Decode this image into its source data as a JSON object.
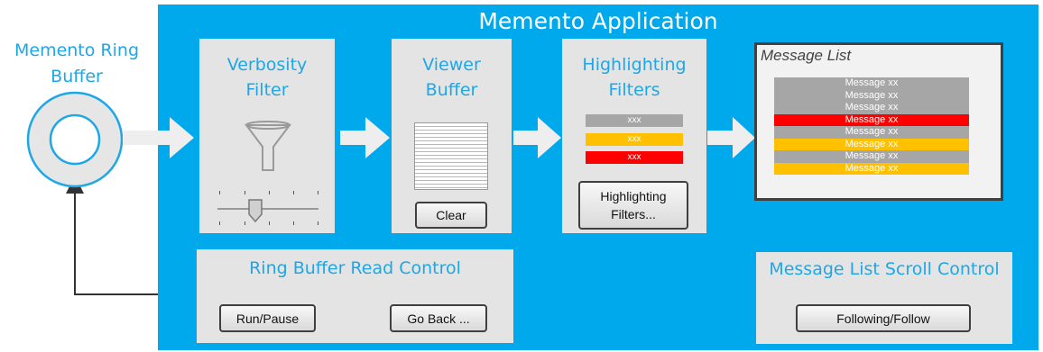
{
  "app": {
    "title": "Memento Application"
  },
  "ring_buffer": {
    "label_line1": "Memento Ring",
    "label_line2": "Buffer"
  },
  "verbosity_filter": {
    "title_line1": "Verbosity",
    "title_line2": "Filter",
    "icon": "funnel-icon"
  },
  "viewer_buffer": {
    "title_line1": "Viewer",
    "title_line2": "Buffer",
    "clear_label": "Clear"
  },
  "highlighting_filters": {
    "title_line1": "Highlighting",
    "title_line2": "Filters",
    "samples": [
      {
        "text": "xxx",
        "color": "#a6a6a6"
      },
      {
        "text": "xxx",
        "color": "#ffc000"
      },
      {
        "text": "xxx",
        "color": "#ff0000"
      }
    ],
    "button_line1": "Highlighting",
    "button_line2": "Filters..."
  },
  "message_list": {
    "title": "Message List",
    "messages": [
      {
        "text": "Message xx",
        "color": "#a6a6a6"
      },
      {
        "text": "Message xx",
        "color": "#a6a6a6"
      },
      {
        "text": "Message xx",
        "color": "#a6a6a6"
      },
      {
        "text": "Message xx",
        "color": "#ff0000"
      },
      {
        "text": "Message xx",
        "color": "#a6a6a6"
      },
      {
        "text": "Message xx",
        "color": "#ffc000"
      },
      {
        "text": "Message xx",
        "color": "#a6a6a6"
      },
      {
        "text": "Message xx",
        "color": "#ffc000"
      }
    ]
  },
  "ring_buffer_read_control": {
    "title": "Ring Buffer Read Control",
    "run_pause_label": "Run/Pause",
    "go_back_label": "Go Back ..."
  },
  "message_list_scroll_control": {
    "title": "Message List Scroll Control",
    "following_label": "Following/Follow"
  },
  "colors": {
    "app_blue": "#00a8ec",
    "label_blue": "#1ea7e6",
    "panel_gray": "#e4e4e4",
    "arrow": "#eeeeee"
  }
}
